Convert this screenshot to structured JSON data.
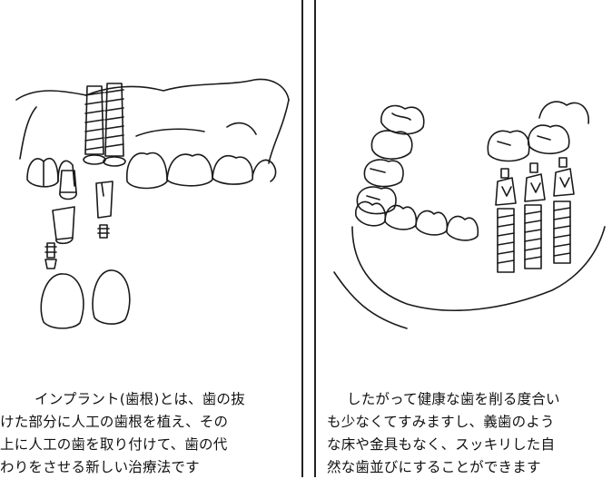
{
  "left_panel": {
    "caption_lines": [
      "インプラント(歯根)とは、歯の抜",
      "けた部分に人工の歯根を植え、その",
      "上に人工の歯を取り付けて、歯の代",
      "わりをさせる新しい治療法です"
    ],
    "illustration_icon": "dental-implant-upper-jaw-illustration"
  },
  "right_panel": {
    "caption_lines": [
      "したがって健康な歯を削る度合い",
      "も少なくてすみますし、義歯のよう",
      "な床や金具もなく、スッキリした自",
      "然な歯並びにすることができます"
    ],
    "illustration_icon": "dental-implant-lower-jaw-bridge-illustration"
  },
  "colors": {
    "line_art": "#1a1a1a",
    "background": "#ffffff",
    "divider": "#222222"
  }
}
